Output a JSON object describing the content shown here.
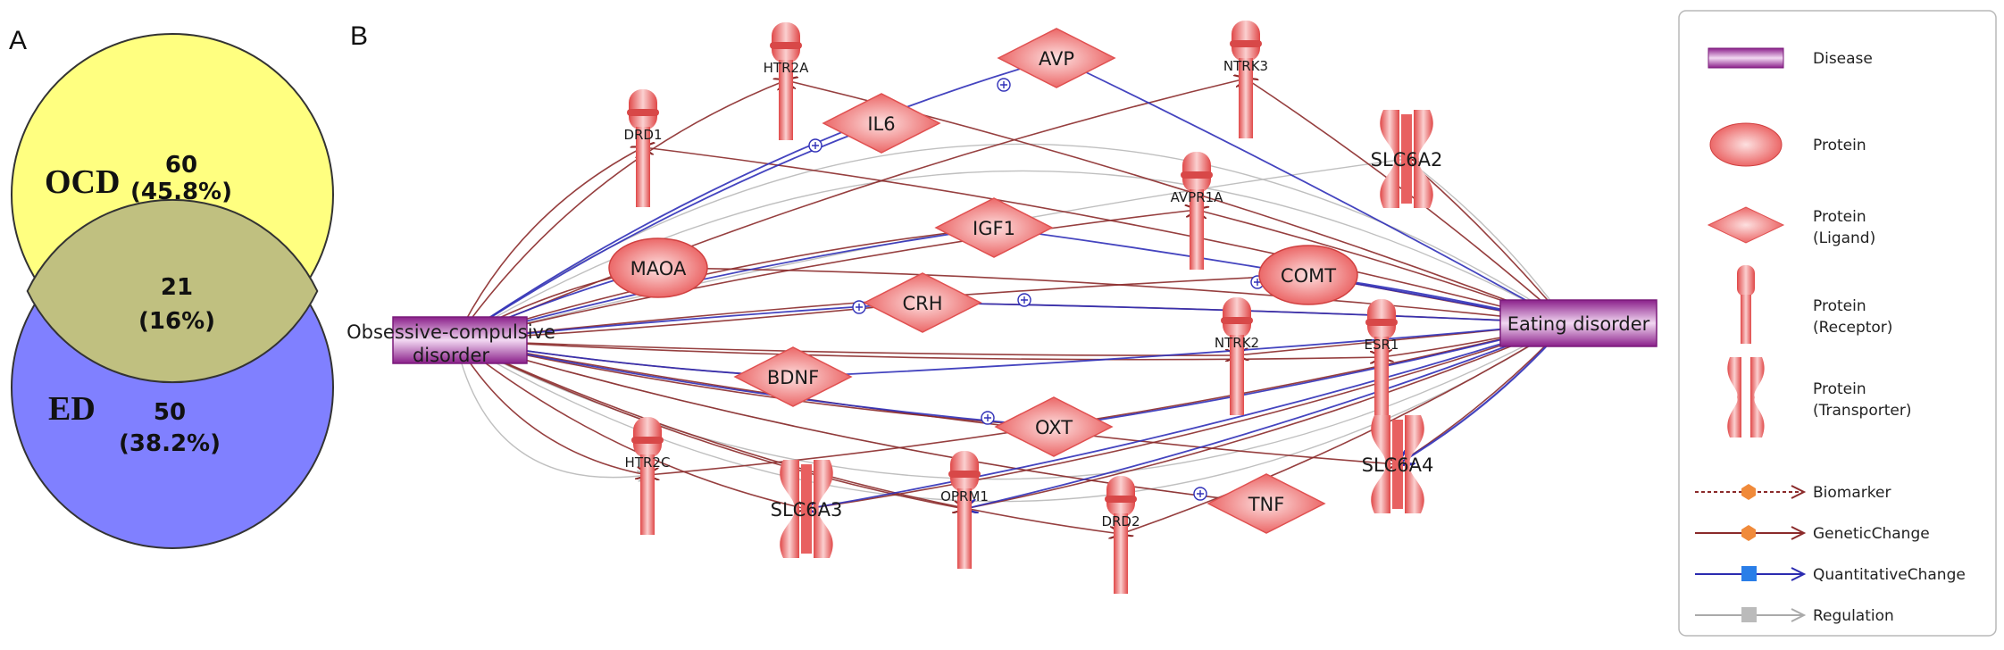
{
  "panels": {
    "a": "A",
    "b": "B"
  },
  "venn": {
    "ocd": {
      "label": "OCD",
      "count": "60",
      "pct": "(45.8%)",
      "color": "#ffff80"
    },
    "ed": {
      "label": "ED",
      "count": "50",
      "pct": "(38.2%)",
      "color": "#8080ff"
    },
    "overlap": {
      "count": "21",
      "pct": "(16%)",
      "color": "#c0c080"
    }
  },
  "diseases": [
    {
      "id": "ocd",
      "label_line1": "Obsessive-compulsive",
      "label_line2": "disorder"
    },
    {
      "id": "ed",
      "label_line1": "Eating disorder",
      "label_line2": ""
    }
  ],
  "nodes": [
    {
      "id": "HTR2A",
      "label": "HTR2A",
      "kind": "receptor"
    },
    {
      "id": "DRD1",
      "label": "DRD1",
      "kind": "receptor"
    },
    {
      "id": "AVP",
      "label": "AVP",
      "kind": "ligand"
    },
    {
      "id": "IL6",
      "label": "IL6",
      "kind": "ligand"
    },
    {
      "id": "NTRK3",
      "label": "NTRK3",
      "kind": "receptor"
    },
    {
      "id": "SLC6A2",
      "label": "SLC6A2",
      "kind": "transporter"
    },
    {
      "id": "IGF1",
      "label": "IGF1",
      "kind": "ligand"
    },
    {
      "id": "AVPR1A",
      "label": "AVPR1A",
      "kind": "receptor"
    },
    {
      "id": "MAOA",
      "label": "MAOA",
      "kind": "protein"
    },
    {
      "id": "COMT",
      "label": "COMT",
      "kind": "protein"
    },
    {
      "id": "CRH",
      "label": "CRH",
      "kind": "ligand"
    },
    {
      "id": "NTRK2",
      "label": "NTRK2",
      "kind": "receptor"
    },
    {
      "id": "ESR1",
      "label": "ESR1",
      "kind": "receptor"
    },
    {
      "id": "BDNF",
      "label": "BDNF",
      "kind": "ligand"
    },
    {
      "id": "OXT",
      "label": "OXT",
      "kind": "ligand"
    },
    {
      "id": "HTR2C",
      "label": "HTR2C",
      "kind": "receptor"
    },
    {
      "id": "SLC6A3",
      "label": "SLC6A3",
      "kind": "transporter"
    },
    {
      "id": "OPRM1",
      "label": "OPRM1",
      "kind": "receptor"
    },
    {
      "id": "DRD2",
      "label": "DRD2",
      "kind": "receptor"
    },
    {
      "id": "TNF",
      "label": "TNF",
      "kind": "ligand"
    },
    {
      "id": "SLC6A4",
      "label": "SLC6A4",
      "kind": "transporter"
    }
  ],
  "legend": {
    "items": [
      {
        "kind": "disease",
        "label": "Disease",
        "label2": ""
      },
      {
        "kind": "protein",
        "label": "Protein",
        "label2": ""
      },
      {
        "kind": "ligand",
        "label": "Protein",
        "label2": "(Ligand)"
      },
      {
        "kind": "receptor",
        "label": "Protein",
        "label2": "(Receptor)"
      },
      {
        "kind": "transporter",
        "label": "Protein",
        "label2": "(Transporter)"
      }
    ],
    "edges": [
      {
        "kind": "biomarker",
        "label": "Biomarker",
        "line_color": "#8b2a2a",
        "marker_color": "#f08a3a",
        "dashed": true
      },
      {
        "kind": "genetic",
        "label": "GeneticChange",
        "line_color": "#8b2a2a",
        "marker_color": "#f08a3a",
        "dashed": false
      },
      {
        "kind": "quantitative",
        "label": "QuantitativeChange",
        "line_color": "#2b2bb0",
        "marker_color": "#2a7ee8",
        "dashed": false
      },
      {
        "kind": "regulation",
        "label": "Regulation",
        "line_color": "#aaaaaa",
        "marker_color": "#bbbbbb",
        "dashed": false
      }
    ]
  },
  "colors": {
    "node_fill": "#f06a6a",
    "node_light": "#fbd0d0",
    "disease_fill": "#9b2a9b",
    "disease_light": "#f2d8f2",
    "genetic": "#8b2a2a",
    "quantitative": "#3030b8",
    "regulation": "#b8b8b8"
  }
}
